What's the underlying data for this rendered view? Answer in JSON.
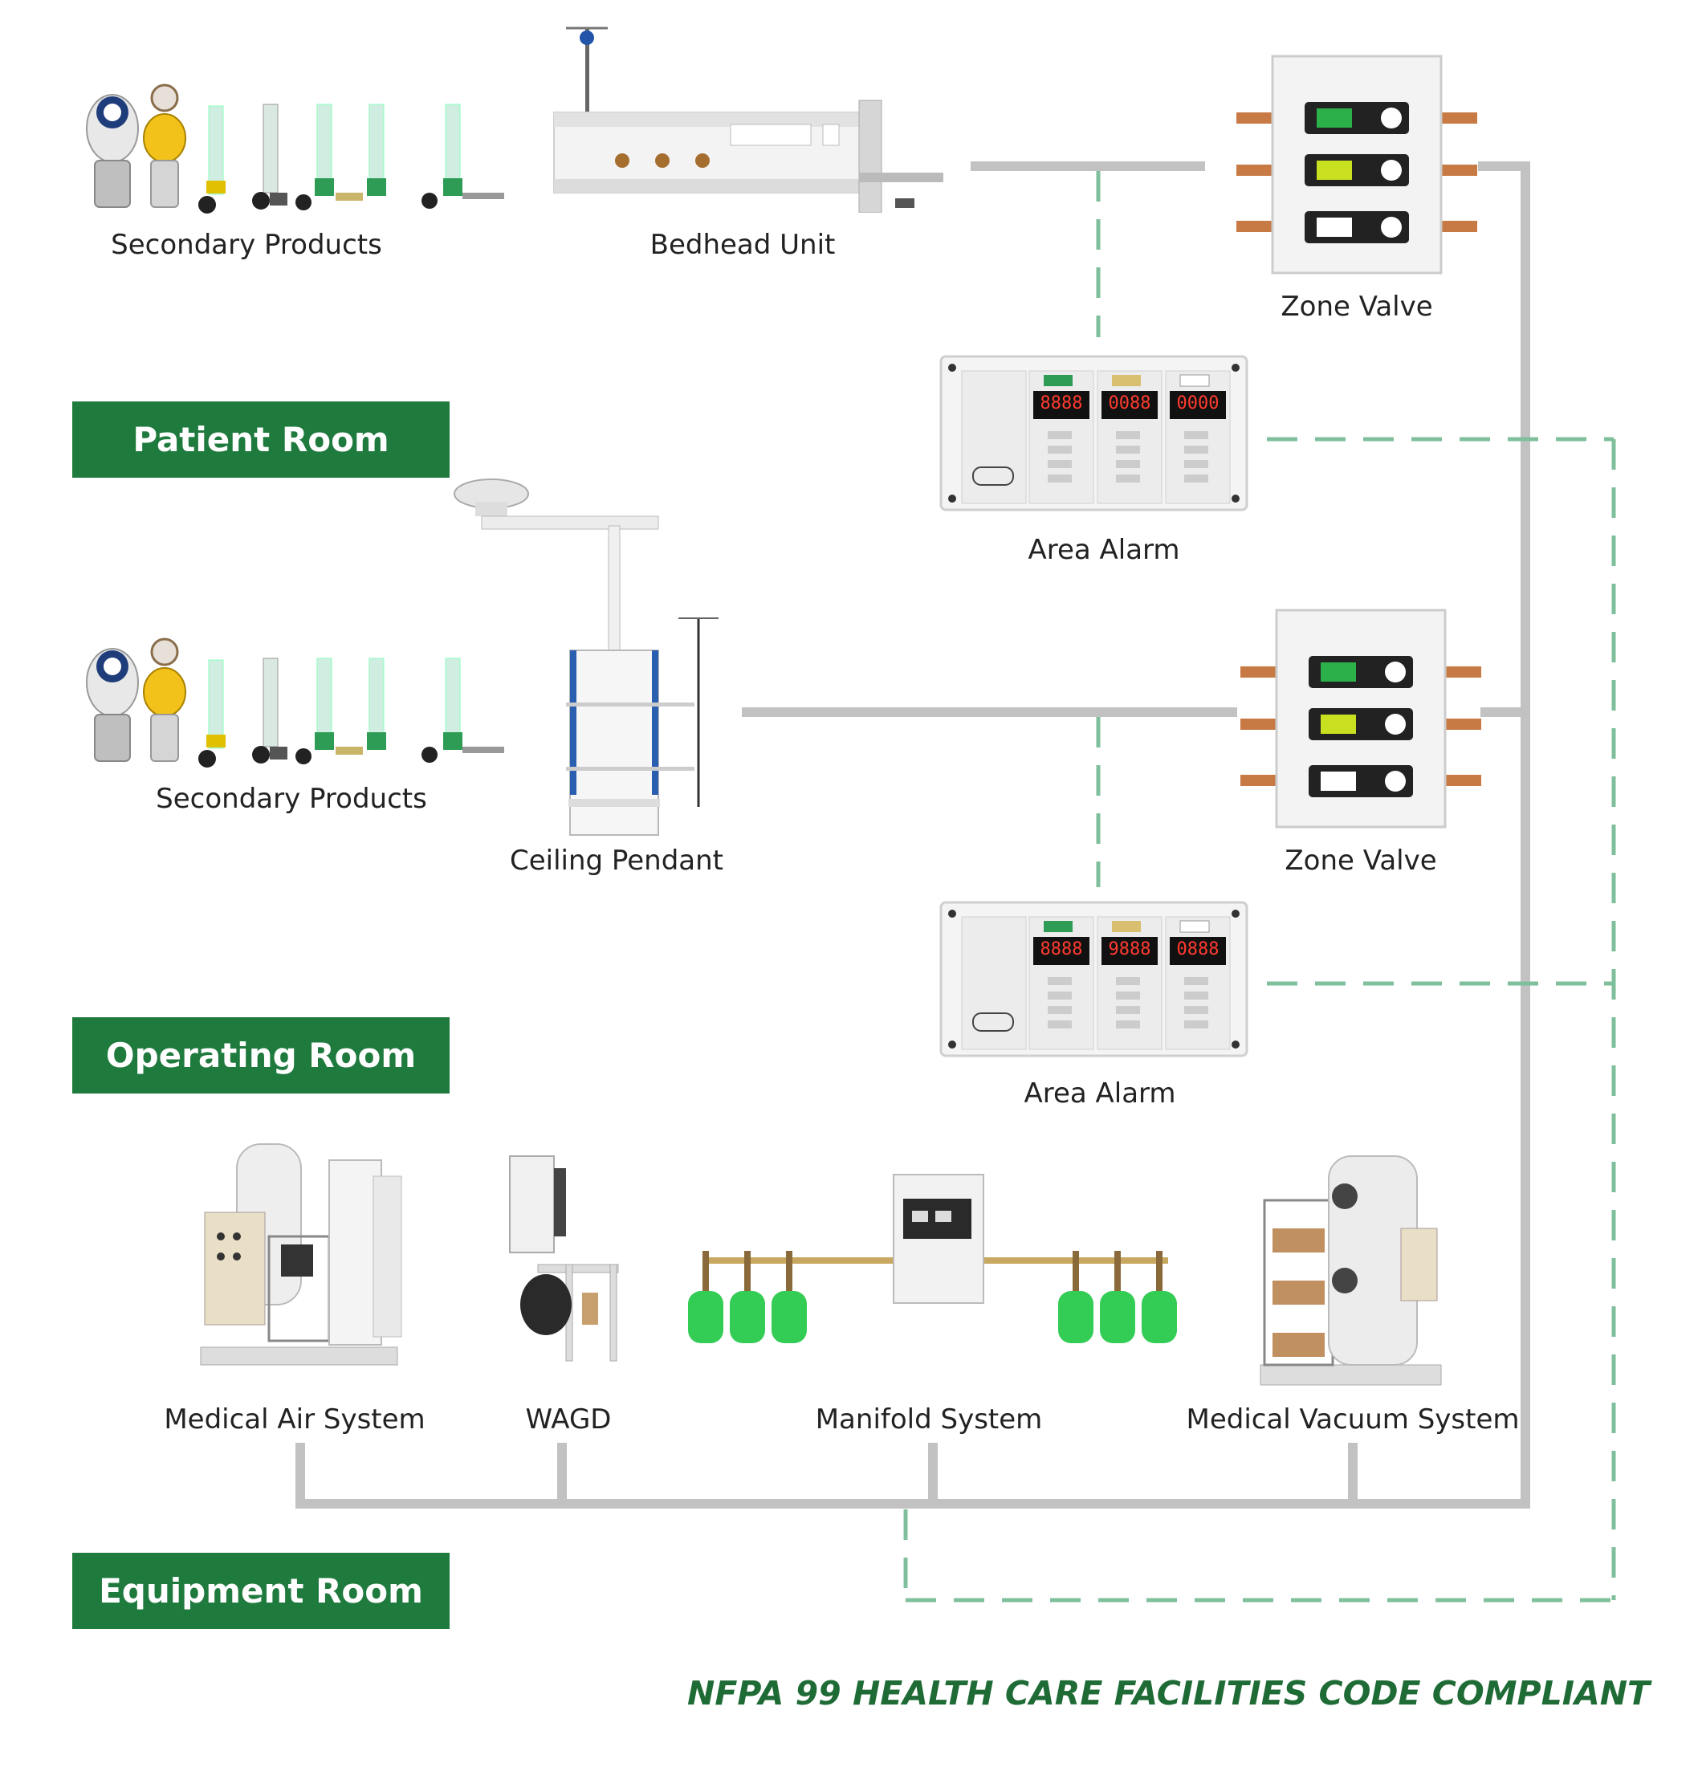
{
  "rooms": {
    "patient": "Patient Room",
    "operating": "Operating Room",
    "equipment": "Equipment Room"
  },
  "labels": {
    "secondary_products_1": "Secondary Products",
    "bedhead_unit": "Bedhead Unit",
    "zone_valve_1": "Zone Valve",
    "area_alarm_1": "Area Alarm",
    "secondary_products_2": "Secondary Products",
    "ceiling_pendant": "Ceiling Pendant",
    "zone_valve_2": "Zone Valve",
    "area_alarm_2": "Area Alarm",
    "medical_air_system": "Medical Air System",
    "wagd": "WAGD",
    "manifold_system": "Manifold System",
    "medical_vacuum_system": "Medical Vacuum System"
  },
  "alarm_displays": {
    "alarm_1": [
      "8888",
      "0088",
      "0000"
    ],
    "alarm_2": [
      "8888",
      "9888",
      "0888"
    ]
  },
  "footer": "NFPA 99 HEALTH CARE FACILITIES CODE COMPLIANT",
  "colors": {
    "room_badge": "#1f7a3e",
    "footer_text": "#1f6b36",
    "pipe_line": "#c2c2c2",
    "alarm_wire_dashed": "#7fbf9b",
    "gas_cylinder": "#33cc55",
    "copper_pipe": "#c87a45"
  }
}
